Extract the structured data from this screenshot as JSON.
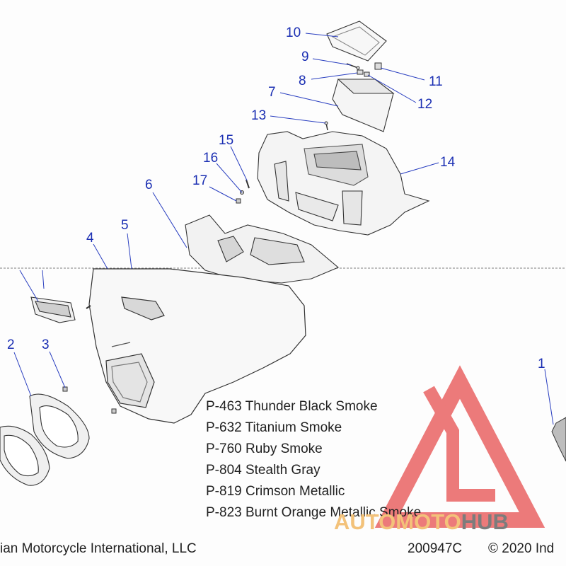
{
  "diagram": {
    "callouts": [
      {
        "id": "1",
        "label": "1"
      },
      {
        "id": "2",
        "label": "2"
      },
      {
        "id": "3",
        "label": "3"
      },
      {
        "id": "4",
        "label": "4"
      },
      {
        "id": "5",
        "label": "5"
      },
      {
        "id": "6",
        "label": "6"
      },
      {
        "id": "7",
        "label": "7"
      },
      {
        "id": "8",
        "label": "8"
      },
      {
        "id": "9",
        "label": "9"
      },
      {
        "id": "10",
        "label": "10"
      },
      {
        "id": "11",
        "label": "11"
      },
      {
        "id": "12",
        "label": "12"
      },
      {
        "id": "13",
        "label": "13"
      },
      {
        "id": "14",
        "label": "14"
      },
      {
        "id": "15",
        "label": "15"
      },
      {
        "id": "16",
        "label": "16"
      },
      {
        "id": "17",
        "label": "17"
      }
    ],
    "paint_codes": [
      "P-463 Thunder Black Smoke",
      "P-632 Titanium Smoke",
      "P-760 Ruby Smoke",
      "P-804 Stealth Gray",
      "P-819 Crimson Metallic",
      "P-823 Burnt Orange Metallic Smoke"
    ],
    "footer": {
      "company": "ian Motorcycle International, LLC",
      "drawing_number": "200947C",
      "copyright": "© 2020 Ind"
    }
  },
  "watermark": {
    "part1": "AUTOMOTO",
    "part2": "HUB",
    "colors": {
      "triangle": "#e85a5a",
      "text_light": "#f3c27a",
      "text_dark": "#7c7c7c"
    }
  },
  "colors": {
    "callout": "#1b2fb3",
    "line": "#2a3fc0",
    "ink": "#333333"
  }
}
